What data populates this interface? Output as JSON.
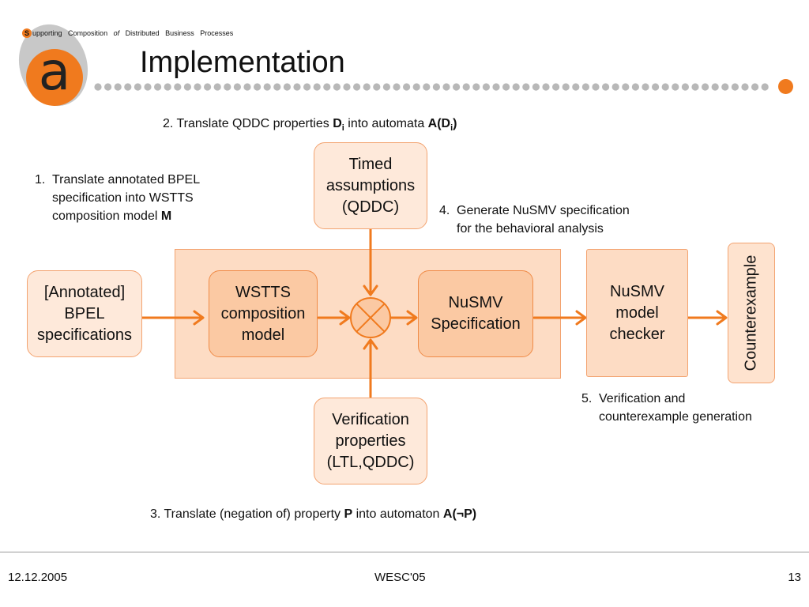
{
  "header": {
    "logo_letter": "a",
    "tagline": {
      "s_badge": "S",
      "w1": "upporting",
      "w2": "Composition",
      "w3": "of",
      "w4": "Distributed",
      "w5": "Business",
      "w6": "Processes"
    },
    "title": "Implementation",
    "accent_color": "#f07a1e"
  },
  "notes": {
    "n1": {
      "num": "1.",
      "line1": "Translate annotated BPEL",
      "line2": "specification into WSTTS",
      "line3_prefix": "composition model ",
      "line3_bold": "M"
    },
    "n2": {
      "num": "2.",
      "prefix": "Translate QDDC properties ",
      "bold1": "D",
      "bold1_sub": "i",
      "middle": " into automata ",
      "bold2": "A(D",
      "bold2_sub": "i",
      "bold2_end": ")"
    },
    "n3": {
      "num": "3.",
      "prefix": "Translate (negation of) property ",
      "bold1": "P",
      "middle": " into automaton ",
      "bold2": "A(¬P)"
    },
    "n4": {
      "num": "4.",
      "line1": "Generate NuSMV specification",
      "line2": "for the behavioral analysis"
    },
    "n5": {
      "num": "5.",
      "line1": "Verification and",
      "line2": "counterexample generation"
    }
  },
  "nodes": {
    "bpel": [
      "[Annotated]",
      "BPEL",
      "specifications"
    ],
    "timed": [
      "Timed",
      "assumptions",
      "(QDDC)"
    ],
    "wstts": [
      "WSTTS",
      "composition",
      "model"
    ],
    "nusmv_spec": [
      "NuSMV",
      "Specification"
    ],
    "verif": [
      "Verification",
      "properties",
      "(LTL,QDDC)"
    ],
    "checker": [
      "NuSMV",
      "model",
      "checker"
    ],
    "counterexample": "Counterexample"
  },
  "footer": {
    "date": "12.12.2005",
    "event": "WESC'05",
    "page": "13"
  }
}
